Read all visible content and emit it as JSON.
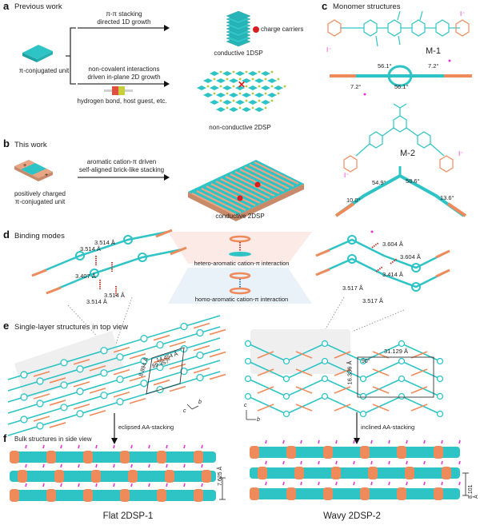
{
  "colors": {
    "teal": "#2ec4c6",
    "orange": "#ef8a5a",
    "salmon": "#e9a583",
    "magenta": "#e535d8",
    "red": "#d71f1f",
    "dark": "#222222"
  },
  "panels": {
    "a": {
      "label": "a",
      "title": "Previous work",
      "unit_label": "π-conjugated unit",
      "top_arrow_text": [
        "π-π stacking",
        "directed 1D growth"
      ],
      "bottom_arrow_text": [
        "non-covalent interactions",
        "driven in-plane 2D growth"
      ],
      "interaction_examples": "hydrogen bond, host guest, etc.",
      "charge_carriers_label": "charge carriers",
      "product_1d": "conductive 1DSP",
      "product_2d": "non-conductive 2DSP"
    },
    "b": {
      "label": "b",
      "title": "This work",
      "unit_label": [
        "positively charged",
        "π-conjugated unit"
      ],
      "arrow_text": [
        "aromatic cation-π driven",
        "self-aligned brick-like stacking"
      ],
      "product": "conductive 2DSP"
    },
    "c": {
      "label": "c",
      "title": "Monomer structures",
      "m1": {
        "name": "M-1",
        "counter_ion": "I⁻",
        "angles": [
          "56.1°",
          "56.1°",
          "7.2°",
          "7.2°"
        ]
      },
      "m2": {
        "name": "M-2",
        "counter_ion": "I⁻",
        "angles": [
          "54.9°",
          "58.6°",
          "10.0°",
          "13.6°"
        ]
      }
    },
    "d": {
      "label": "d",
      "title": "Binding modes",
      "hetero": "hetero-aromatic cation-π interaction",
      "homo": "homo-aromatic cation-π interaction",
      "left_distances": [
        "3.514 Å",
        "3.514 Å",
        "3.407 Å",
        "3.514 Å",
        "3.514 Å"
      ],
      "right_distances": [
        "3.604 Å",
        "3.604 Å",
        "3.414 Å",
        "3.517 Å",
        "3.517 Å"
      ]
    },
    "e": {
      "label": "e",
      "title": "Single-layer structures in top view",
      "left_cell": {
        "a": "14.454 Å",
        "b": "8.894 Å",
        "angle": "89.357°"
      },
      "right_cell": {
        "a": "31.129 Å",
        "b": "16.336 Å",
        "angle": "90°"
      },
      "axes_left": {
        "x": "c",
        "y": "b"
      },
      "axes_right": {
        "x": "b",
        "y": "c"
      },
      "left_arrow": "eclipsed AA-stacking",
      "right_arrow": "inclined AA-stacking"
    },
    "f": {
      "label": "f",
      "title": "Bulk structures in side view",
      "left_spacing": "7.625 Å",
      "right_spacing": "8.101 Å",
      "left_name": "Flat 2DSP-1",
      "right_name": "Wavy 2DSP-2"
    }
  }
}
